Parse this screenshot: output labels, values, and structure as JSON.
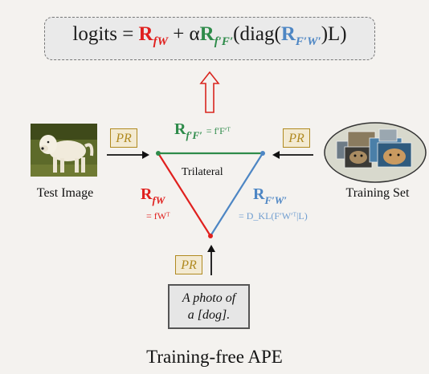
{
  "formula": {
    "lhs": "logits = ",
    "t1_main": "R",
    "t1_sub": "fW",
    "plus_alpha": " + α",
    "t2_main": "R",
    "t2_sub": "f′F′",
    "diag_open": "(diag(",
    "t3_main": "R",
    "t3_sub": "F′W′",
    "diag_close": ")L)"
  },
  "pr_label": "PR",
  "nodes": {
    "test_image_label": "Test Image",
    "training_set_label": "Training Set",
    "prompt_line1": "A photo of",
    "prompt_line2": "a [dog]."
  },
  "triangle": {
    "center_label": "Trilateral",
    "top_edge_main": "R",
    "top_edge_sub": "f′F′",
    "top_edge_eq": "= f′F′ᵀ",
    "left_edge_main": "R",
    "left_edge_sub": "fW",
    "left_edge_eq": "= fWᵀ",
    "right_edge_main": "R",
    "right_edge_sub": "F′W′",
    "right_edge_eq": "= D_KL(F′W′ᵀ|L)"
  },
  "title": "Training-free APE",
  "colors": {
    "red": "#e0201e",
    "green": "#2e8b4a",
    "blue": "#4d86c4",
    "pr_gold": "#b08a20"
  },
  "icons": [
    "dog-photo",
    "training-images",
    "up-arrow"
  ]
}
